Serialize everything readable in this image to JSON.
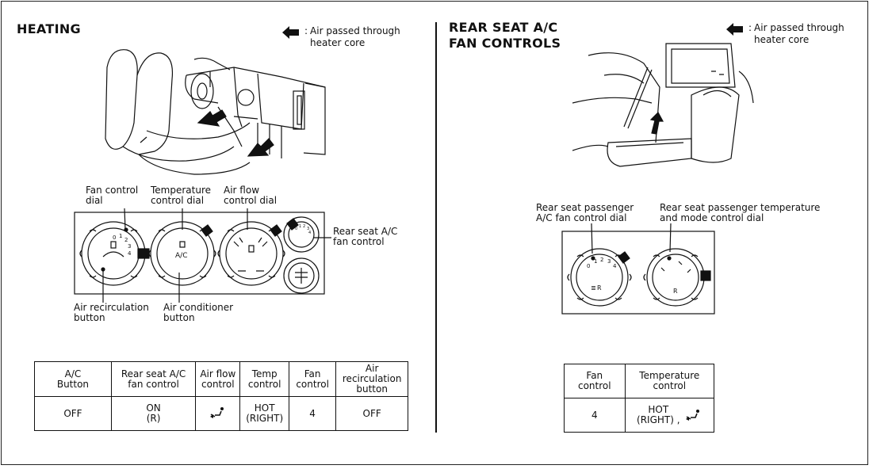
{
  "heating": {
    "title": "HEATING",
    "legend": "Air passed through\nheater core",
    "labels": {
      "fan_dial": "Fan control\ndial",
      "temp_dial": "Temperature\ncontrol dial",
      "airflow_dial": "Air flow\ncontrol dial",
      "rear_fan": "Rear seat A/C\nfan control",
      "recirc_button": "Air recirculation\nbutton",
      "ac_button": "Air conditioner\nbutton"
    },
    "dial_text": {
      "fan_numbers": [
        "0",
        "1",
        "2",
        "3",
        "4"
      ],
      "ac": "A/C",
      "rear_numbers": [
        "0",
        "1",
        "2",
        "3",
        "4"
      ]
    },
    "table": {
      "headers": [
        "A/C\nButton",
        "Rear seat A/C\nfan control",
        "Air flow\ncontrol",
        "Temp\ncontrol",
        "Fan\ncontrol",
        "Air\nrecirculation\nbutton"
      ],
      "values": [
        "OFF",
        "ON\n(R)",
        "",
        "HOT\n(RIGHT)",
        "4",
        "OFF"
      ],
      "airflow_icon": "floor-mode-icon"
    }
  },
  "rear": {
    "title": "REAR SEAT A/C\nFAN CONTROLS",
    "legend": "Air passed through\nheater core",
    "labels": {
      "fan_dial": "Rear seat passenger\nA/C fan control dial",
      "temp_dial": "Rear seat passenger temperature\nand mode control dial"
    },
    "dial_text": {
      "fan_numbers": [
        "0",
        "1",
        "2",
        "3",
        "4"
      ],
      "fan_r": "R",
      "temp_r": "R"
    },
    "table": {
      "headers": [
        "Fan\ncontrol",
        "Temperature\ncontrol"
      ],
      "values": [
        "4",
        "HOT\n(RIGHT) ,"
      ],
      "temp_icon": "floor-mode-icon"
    }
  },
  "icons": {
    "arrow": "airflow-arrow-icon"
  },
  "colors": {
    "line": "#111111",
    "background": "#ffffff"
  }
}
